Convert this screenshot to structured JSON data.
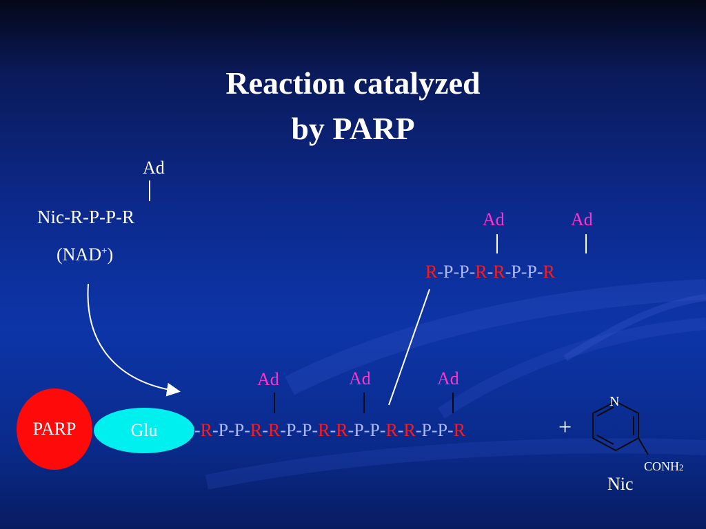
{
  "title": {
    "line1": "Reaction catalyzed",
    "line2": "by PARP"
  },
  "nad": {
    "ad": "Ad",
    "chain": "Nic-R-P-P-R",
    "name_open": "(NAD",
    "name_sup": "+",
    "name_close": ")"
  },
  "branch": {
    "ad_labels": [
      "Ad",
      "Ad"
    ],
    "chain": [
      "R",
      "-P-P-",
      "R",
      "-",
      "R",
      "-P-P-",
      "R"
    ]
  },
  "main_chain": {
    "ad_labels": [
      "Ad",
      "Ad",
      "Ad"
    ],
    "chain": [
      "-",
      "R",
      "-P-P-",
      "R",
      "-",
      "R",
      "-P-P-",
      "R",
      "-",
      "R",
      "-P-P-",
      "R",
      "-",
      "R",
      "-P-P-",
      "R"
    ]
  },
  "enzyme": {
    "parp": "PARP",
    "glu": "Glu"
  },
  "plus": "+",
  "nicotinamide": {
    "n": "N",
    "conh": "CONH",
    "conh_sub": "2",
    "label": "Nic"
  },
  "colors": {
    "ad": "#ff33cc",
    "ribose": "#ff1a1a",
    "phosphate": "#b0b8ff",
    "parp": "#ff0a0a",
    "glu": "#00f0f0"
  }
}
